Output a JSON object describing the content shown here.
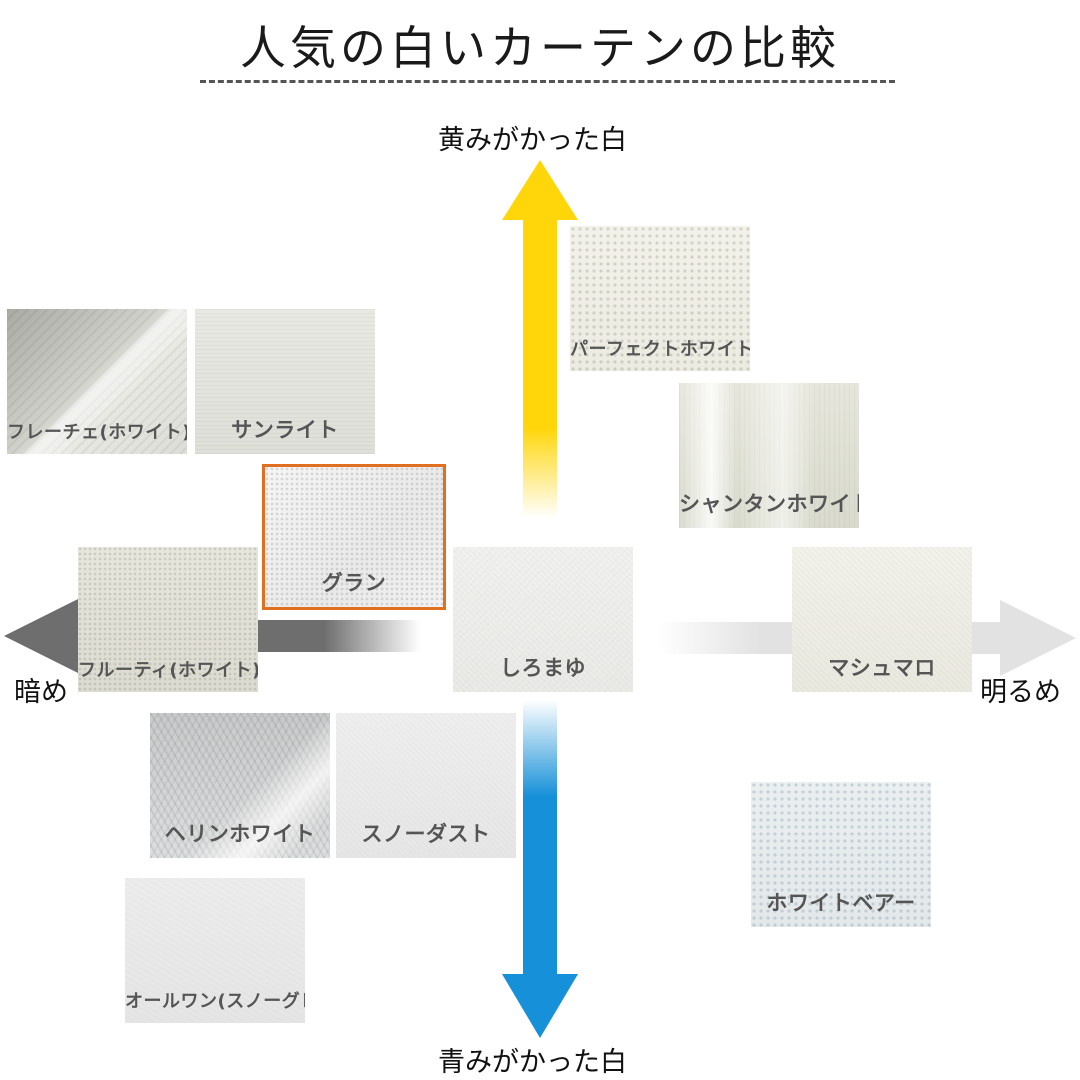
{
  "title": "人気の白いカーテンの比較",
  "axes": {
    "top": "黄みがかった白",
    "bottom": "青みがかった白",
    "left": "暗め",
    "right": "明るめ"
  },
  "colors": {
    "top_arrow": "#ffd60a",
    "bottom_arrow": "#1690d8",
    "left_arrow": "#6e6e6e",
    "right_arrow": "#e2e2e2",
    "selected_border": "#e07020"
  },
  "swatches": [
    {
      "id": "fleche",
      "name": "フレーチェ(ホワイト)"
    },
    {
      "id": "sunlight",
      "name": "サンライト"
    },
    {
      "id": "perfect",
      "name": "パーフェクトホワイト"
    },
    {
      "id": "shantan",
      "name": "シャンタンホワイト"
    },
    {
      "id": "gran",
      "name": "グラン",
      "selected": true
    },
    {
      "id": "fruity",
      "name": "フルーティ(ホワイト)"
    },
    {
      "id": "shiromayu",
      "name": "しろまゆ"
    },
    {
      "id": "marshmallow",
      "name": "マシュマロ"
    },
    {
      "id": "herring",
      "name": "ヘリンホワイト"
    },
    {
      "id": "snowdust",
      "name": "スノーダスト"
    },
    {
      "id": "bear",
      "name": "ホワイトベアー"
    },
    {
      "id": "allone",
      "name": "オールワン(スノーグレー)"
    }
  ]
}
